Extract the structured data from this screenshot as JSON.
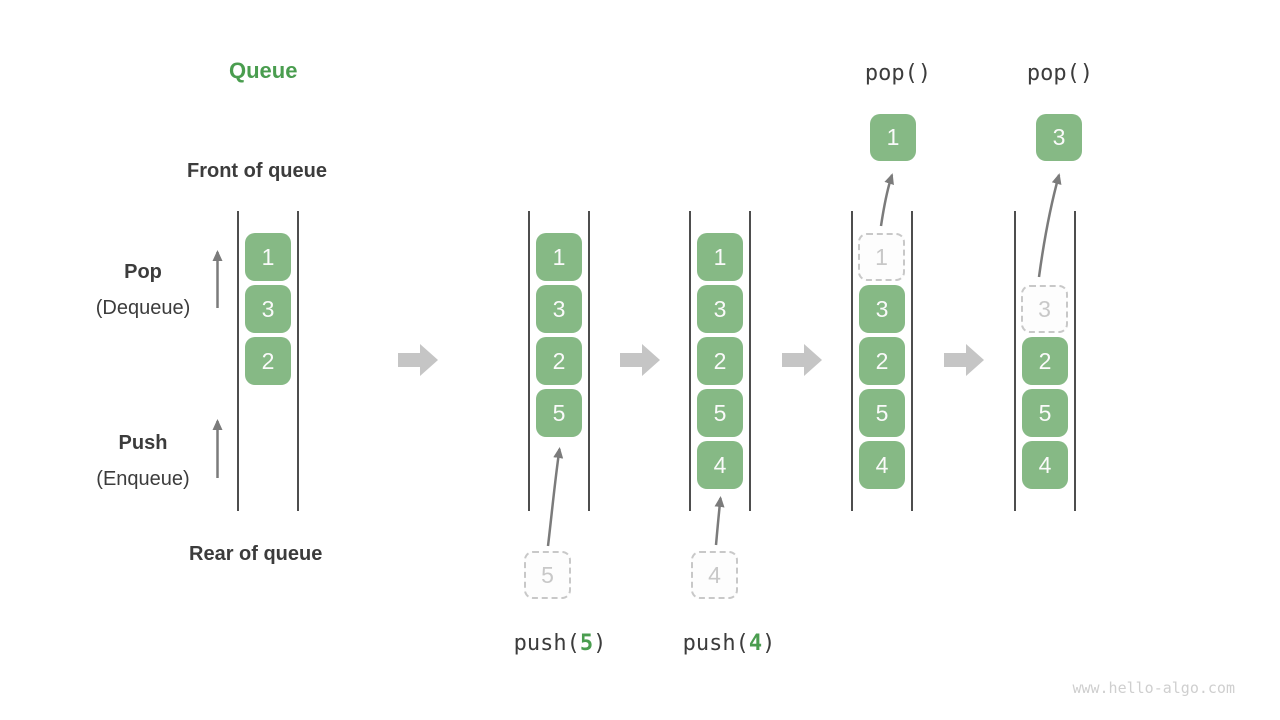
{
  "title": "Queue",
  "side_labels": {
    "front": "Front of queue",
    "rear": "Rear of queue",
    "pop": {
      "name": "Pop",
      "sub": "(Dequeue)"
    },
    "push": {
      "name": "Push",
      "sub": "(Enqueue)"
    }
  },
  "states": [
    {
      "boxes": [
        "1",
        "3",
        "2"
      ]
    },
    {
      "boxes": [
        "1",
        "3",
        "2",
        "5"
      ]
    },
    {
      "boxes": [
        "1",
        "3",
        "2",
        "5",
        "4"
      ]
    },
    {
      "ghost": "1",
      "boxes": [
        "3",
        "2",
        "5",
        "4"
      ]
    },
    {
      "ghost": "3",
      "boxes": [
        "2",
        "5",
        "4"
      ]
    }
  ],
  "operations": {
    "push5": {
      "pre": "push(",
      "arg": "5",
      "post": ")",
      "ghost": "5"
    },
    "push4": {
      "pre": "push(",
      "arg": "4",
      "post": ")",
      "ghost": "4"
    },
    "pop1": {
      "call": "pop()",
      "popped": "1"
    },
    "pop2": {
      "call": "pop()",
      "popped": "3"
    }
  },
  "watermark": "www.hello-algo.com",
  "colors": {
    "box_green": "#86b985",
    "accent_green": "#4a9d4f",
    "text_dark": "#3c3c3c",
    "channel_line": "#4e4e4e",
    "block_arrow": "#c5c5c5",
    "thin_arrow": "#7b7b7b",
    "ghost_border": "#c8c8c8",
    "ghost_text": "#c8c8c8",
    "watermark": "#cfcfcf"
  }
}
